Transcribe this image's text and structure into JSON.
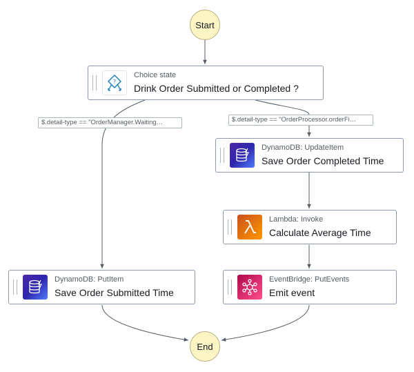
{
  "terminals": {
    "start": "Start",
    "end": "End"
  },
  "choice": {
    "type": "Choice state",
    "name": "Drink Order Submitted or Completed ?",
    "icon": "choice-icon"
  },
  "conditions": {
    "left": "$.detail-type == \"OrderManager.Waiting…",
    "right": "$.detail-type == \"OrderProcessor.orderFi…"
  },
  "states": {
    "save_completed": {
      "type": "DynamoDB: UpdateItem",
      "name": "Save Order Completed Time",
      "icon": "dynamodb-icon",
      "color": "#3b48cc"
    },
    "calc_average": {
      "type": "Lambda: Invoke",
      "name": "Calculate Average Time",
      "icon": "lambda-icon",
      "color": "#ed7100"
    },
    "save_submitted": {
      "type": "DynamoDB: PutItem",
      "name": "Save Order Submitted Time",
      "icon": "dynamodb-icon",
      "color": "#3b48cc"
    },
    "emit_event": {
      "type": "EventBridge: PutEvents",
      "name": "Emit event",
      "icon": "eventbridge-icon",
      "color": "#e7157b"
    }
  }
}
